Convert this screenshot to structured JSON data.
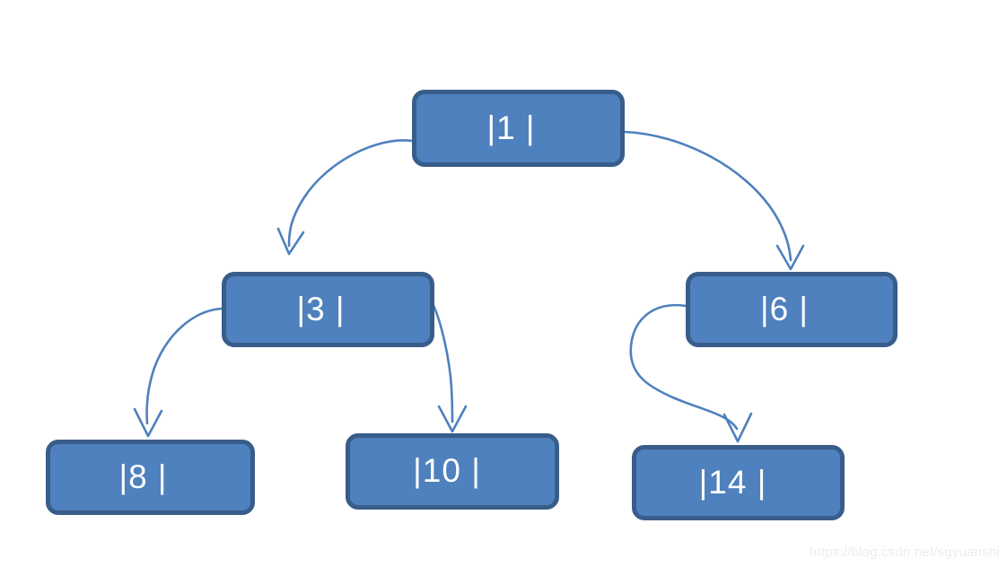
{
  "diagram": {
    "type": "binary-tree",
    "title": "",
    "colors": {
      "node_fill": "#4E81BD",
      "node_border": "#385D8A",
      "node_text": "#FFFFFF",
      "edge_stroke": "#4E81BD",
      "background": "#FFFFFF",
      "watermark_text": "#EDEDED"
    },
    "nodes": [
      {
        "id": "n1",
        "label": "|1 |",
        "value": "1"
      },
      {
        "id": "n3",
        "label": "|3 |",
        "value": "3"
      },
      {
        "id": "n6",
        "label": "|6 |",
        "value": "6"
      },
      {
        "id": "n8",
        "label": "|8 |",
        "value": "8"
      },
      {
        "id": "n10",
        "label": "|10 |",
        "value": "10"
      },
      {
        "id": "n14",
        "label": "|14 |",
        "value": "14"
      }
    ],
    "edges": [
      {
        "id": "e1",
        "from": "n1",
        "to": "n3",
        "style": "curved-arrow",
        "arrowhead": "open-v"
      },
      {
        "id": "e2",
        "from": "n1",
        "to": "n6",
        "style": "curved-arrow",
        "arrowhead": "open-v"
      },
      {
        "id": "e3",
        "from": "n3",
        "to": "n8",
        "style": "curved-arrow",
        "arrowhead": "open-v"
      },
      {
        "id": "e4",
        "from": "n3",
        "to": "n10",
        "style": "curved-arrow",
        "arrowhead": "open-v"
      },
      {
        "id": "e5",
        "from": "n6",
        "to": "n14",
        "style": "s-curved-arrow",
        "arrowhead": "open-v"
      }
    ]
  },
  "watermark": {
    "text": "https://blog.csdn.net/sgyuanshi"
  }
}
